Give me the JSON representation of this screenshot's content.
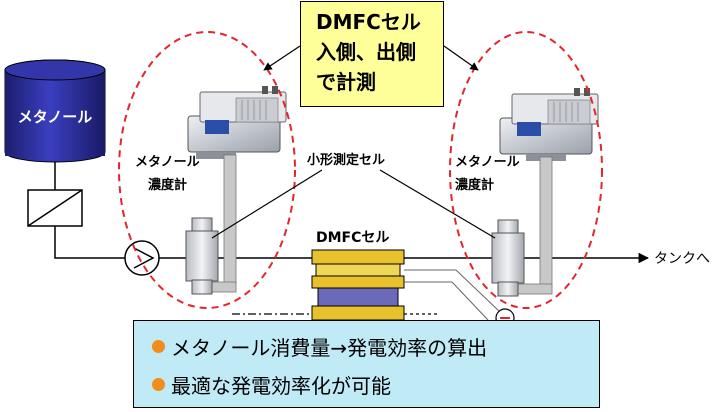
{
  "labels": {
    "methanol_tank": "メタノール",
    "concentration_meter_left_line1": "メタノール",
    "concentration_meter_left_line2": "濃度計",
    "concentration_meter_right_line1": "メタノール",
    "concentration_meter_right_line2": "濃度計",
    "small_cell": "小形測定セル",
    "dmfc_cell": "DMFCセル",
    "to_tank": "タンクへ"
  },
  "callout": {
    "line1": "DMFCセル",
    "line2": "入側、出側",
    "line3": "で計測"
  },
  "results": {
    "item1": "メタノール消費量→発電効率の算出",
    "item2": "最適な発電効率化が可能"
  },
  "colors": {
    "tank_fill": "#2b2e9a",
    "dashed_ellipse": "#e2262c",
    "callout_bg": "#ffff99",
    "result_bg": "#bfeaf6",
    "bullet": "#f28c1b",
    "cell_plate": "#e8c22c",
    "cell_membrane": "#6a6ab8",
    "pipe": "#c8c8c8"
  },
  "icons": [
    "pump-icon",
    "filter-icon",
    "arrow-icon",
    "minus-terminal-icon",
    "plus-terminal-icon"
  ]
}
